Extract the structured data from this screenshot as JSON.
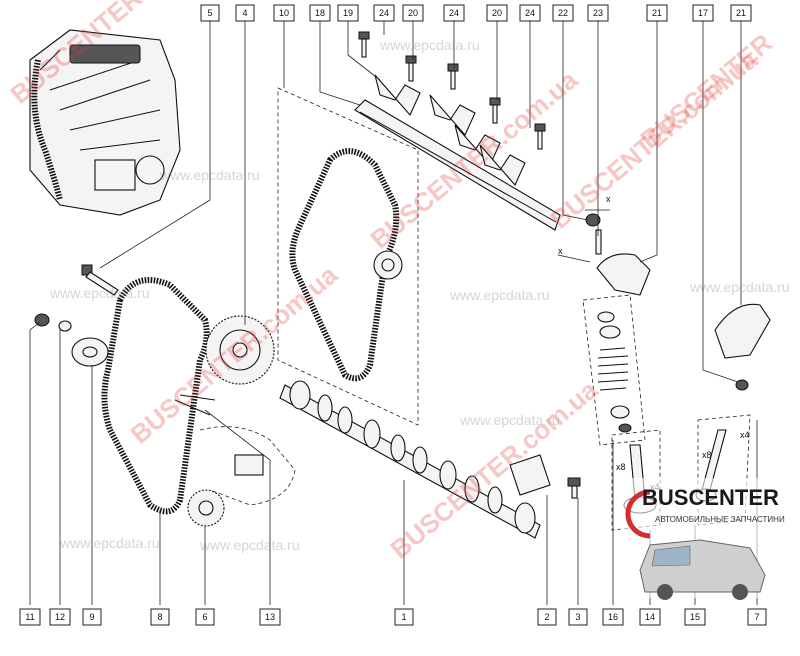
{
  "callouts_top": [
    "5",
    "4",
    "10",
    "18",
    "19",
    "24",
    "20",
    "24",
    "20",
    "24",
    "22",
    "23",
    "21",
    "17",
    "21"
  ],
  "callouts_bottom": [
    "11",
    "12",
    "9",
    "8",
    "6",
    "13",
    "1",
    "2",
    "3",
    "16",
    "14",
    "15",
    "7"
  ],
  "dimension_labels": {
    "x1": "x",
    "x2": "x"
  },
  "quantity_labels": {
    "q1": "x8",
    "q2": "x4",
    "q3": "x8",
    "q4": "x4"
  },
  "watermarks": {
    "brand": "BUSCENTER",
    "domain": "BUSCENTER.com.ua",
    "epc": "www.epcdata.ru",
    "com_ua": ".com.ua"
  },
  "logo": {
    "name": "BUSCENTER",
    "tagline": "АВТОМОБИЛЬНЫЕ ЗАПЧАСТИНИ"
  },
  "colors": {
    "watermark": "#e53935",
    "logo_red": "#d32f2f",
    "line": "#111111"
  }
}
